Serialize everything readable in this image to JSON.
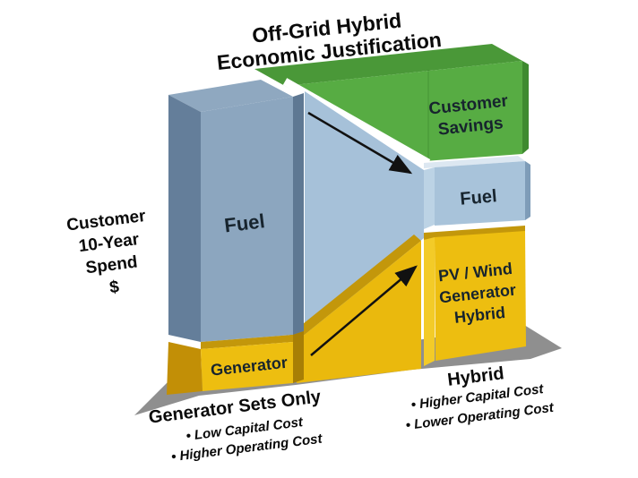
{
  "title": {
    "lines": [
      "Off-Grid Hybrid",
      "Economic Justification"
    ]
  },
  "axis": {
    "lines": [
      "Customer",
      "10-Year",
      "Spend",
      "$"
    ]
  },
  "scenario_left": {
    "caption": "Generator Sets Only",
    "bullets": [
      "• Low Capital Cost",
      "• Higher Operating Cost"
    ],
    "segments": {
      "fuel": "Fuel",
      "generator": "Generator"
    }
  },
  "scenario_right": {
    "caption": "Hybrid",
    "bullets": [
      "• Higher Capital Cost",
      "• Lower Operating Cost"
    ],
    "segments": {
      "savings": [
        "Customer",
        "Savings"
      ],
      "fuel": "Fuel",
      "hybrid": [
        "PV / Wind",
        "Generator",
        "Hybrid"
      ]
    }
  },
  "colors": {
    "fuel_left_front": "#8CA6BF",
    "fuel_left_side": "#647E9A",
    "fuel_right_front": "#A8C3DA",
    "transition_blue": "#A6C1D9",
    "generator_yellow": "#EDBE10",
    "yellow_dark": "#C3970B",
    "savings_green": "#57AC43",
    "savings_green_top": "#4A9838",
    "platform_gray": "#8F8F8F",
    "label_dark": "#17242E",
    "text_black": "#0a0a0a"
  }
}
